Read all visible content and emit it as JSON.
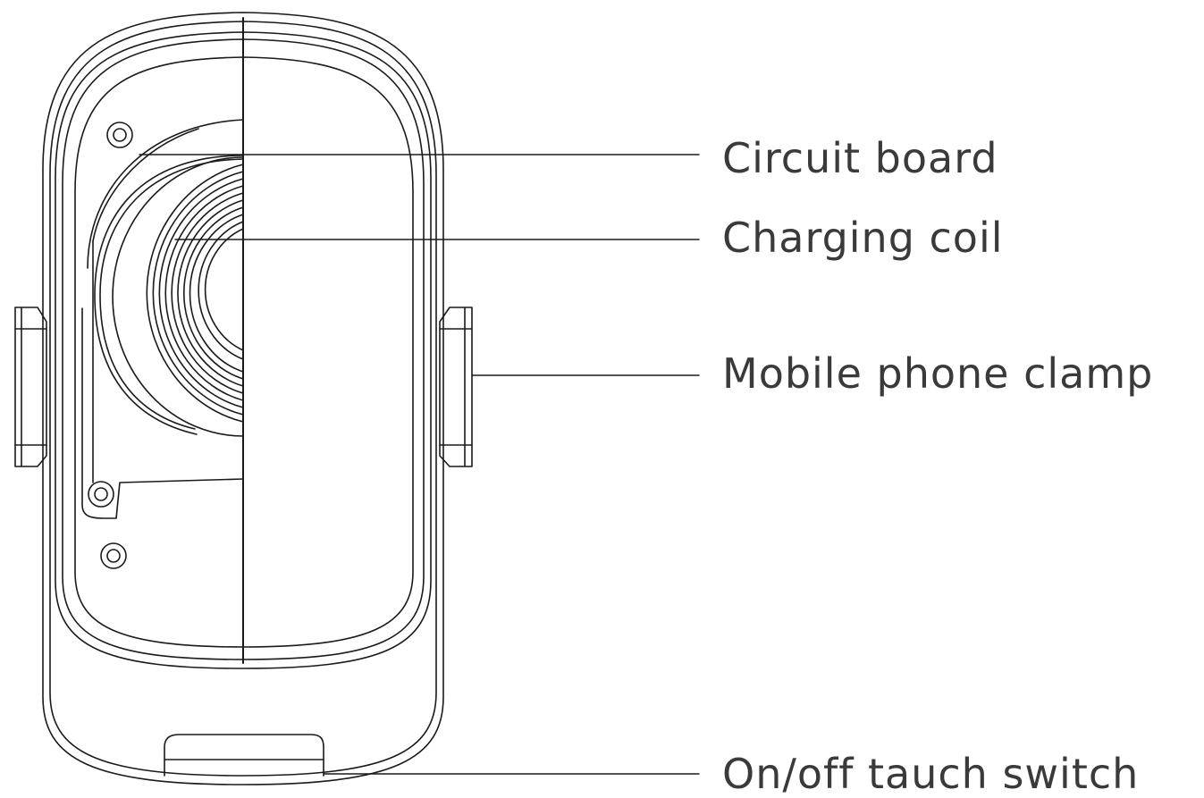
{
  "diagram": {
    "labels": {
      "circuit_board": "Circuit board",
      "charging_coil": "Charging coil",
      "mobile_phone_clamp": "Mobile phone clamp",
      "on_off_switch": "On/off tauch switch"
    },
    "colors": {
      "line": "#1a1a1a",
      "text": "#3a3a3a",
      "background": "#ffffff"
    }
  }
}
